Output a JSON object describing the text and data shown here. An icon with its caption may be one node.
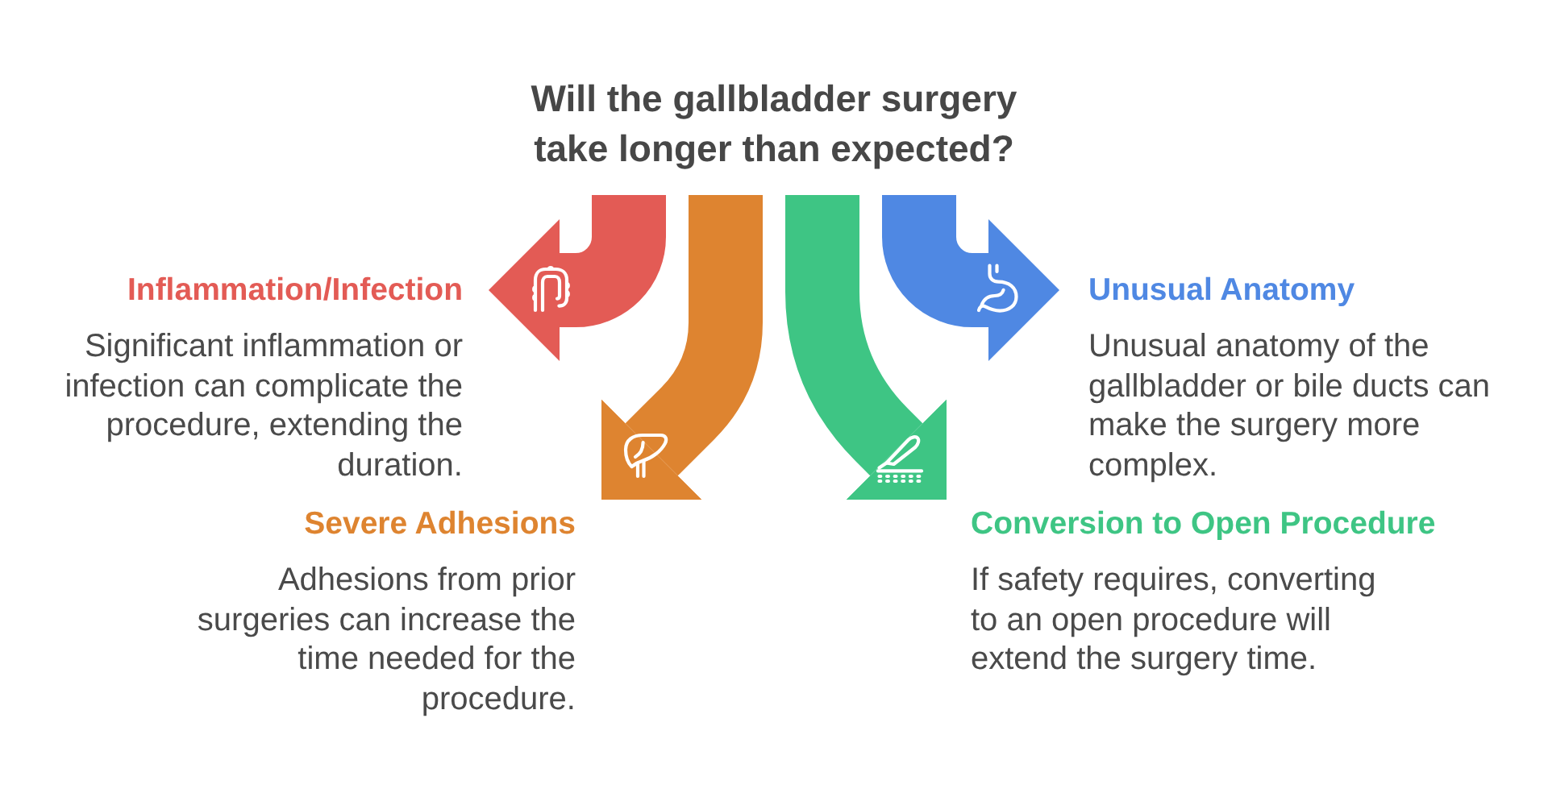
{
  "diagram": {
    "title": "Will the gallbladder surgery take longer than expected?",
    "nodes": [
      {
        "text": [
          "Inflammation/Infection",
          "Significant inflammation or infection can complicate the procedure, extending the duration."
        ]
      },
      {
        "text": [
          "Unusual Anatomy",
          "Unusual anatomy of the gallbladder or bile ducts can make the surgery more complex."
        ]
      },
      {
        "text": [
          "Severe Adhesions",
          "Adhesions from prior surgeries can increase the time needed for the procedure."
        ]
      },
      {
        "text": [
          "Conversion to Open Procedure",
          "If safety requires, converting to an open procedure will extend the surgery time."
        ]
      }
    ],
    "edges": [
      {
        "from": null,
        "to": 0,
        "arrow": "to",
        "color": "#e35b55"
      },
      {
        "from": null,
        "to": 2,
        "arrow": "to",
        "color": "#de8430"
      },
      {
        "from": null,
        "to": 3,
        "arrow": "to",
        "color": "#3ec584"
      },
      {
        "from": null,
        "to": 1,
        "arrow": "to",
        "color": "#4f88e3"
      }
    ]
  }
}
